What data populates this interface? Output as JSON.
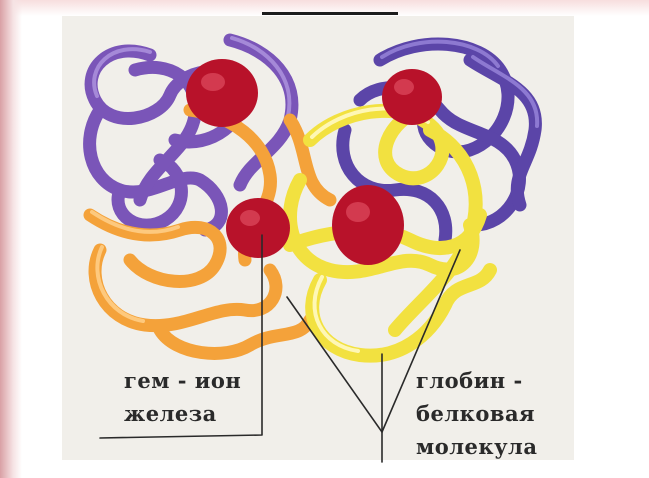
{
  "labels": {
    "heme": [
      "гем - ион",
      "железа"
    ],
    "globin": [
      "глобин -",
      "белковая",
      "молекула"
    ]
  },
  "colors": {
    "chain_purple": "#7a55b8",
    "chain_orange": "#f4a23a",
    "chain_yellow": "#f2e140",
    "heme_red": "#b8122a",
    "panel": "#f1efea"
  }
}
